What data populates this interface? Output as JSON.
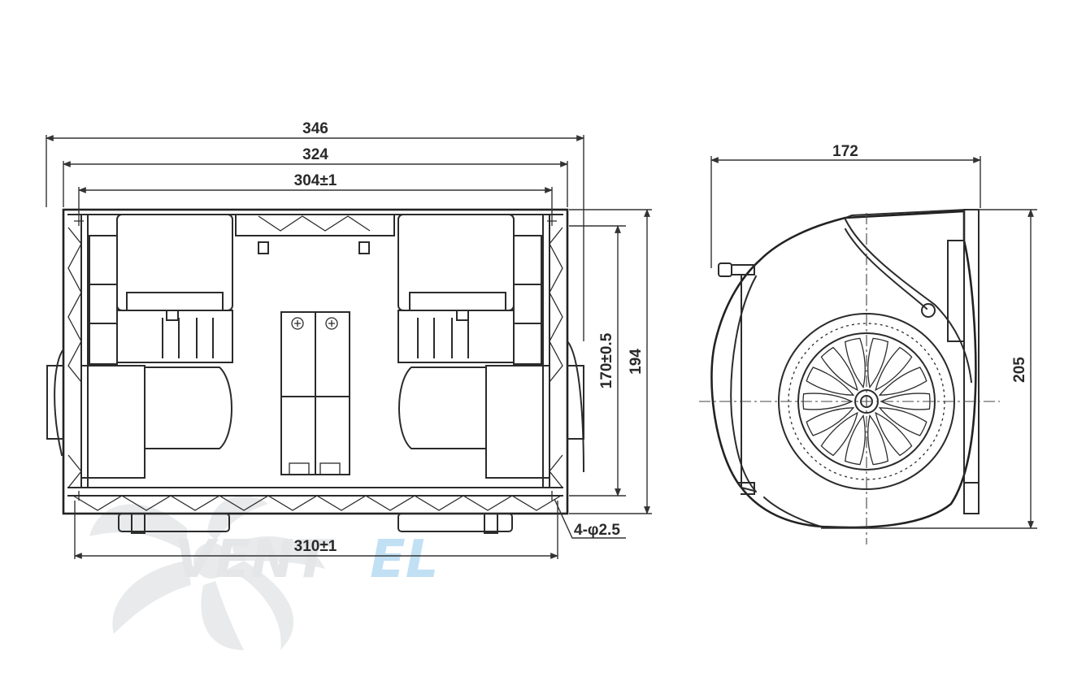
{
  "drawing": {
    "front_view": {
      "dimensions": {
        "overall_width": "346",
        "flange_width": "324",
        "mount_width": "304±1",
        "base_width": "310±1",
        "inner_height": "170±0.5",
        "overall_height": "194",
        "holes": "4-φ2.5"
      }
    },
    "side_view": {
      "dimensions": {
        "depth": "172",
        "height": "205"
      }
    },
    "watermark": {
      "text_gray": "VENT",
      "text_blue": "EL",
      "gray_color": "#cfd3d6",
      "blue_color": "#8fc7ec"
    }
  }
}
